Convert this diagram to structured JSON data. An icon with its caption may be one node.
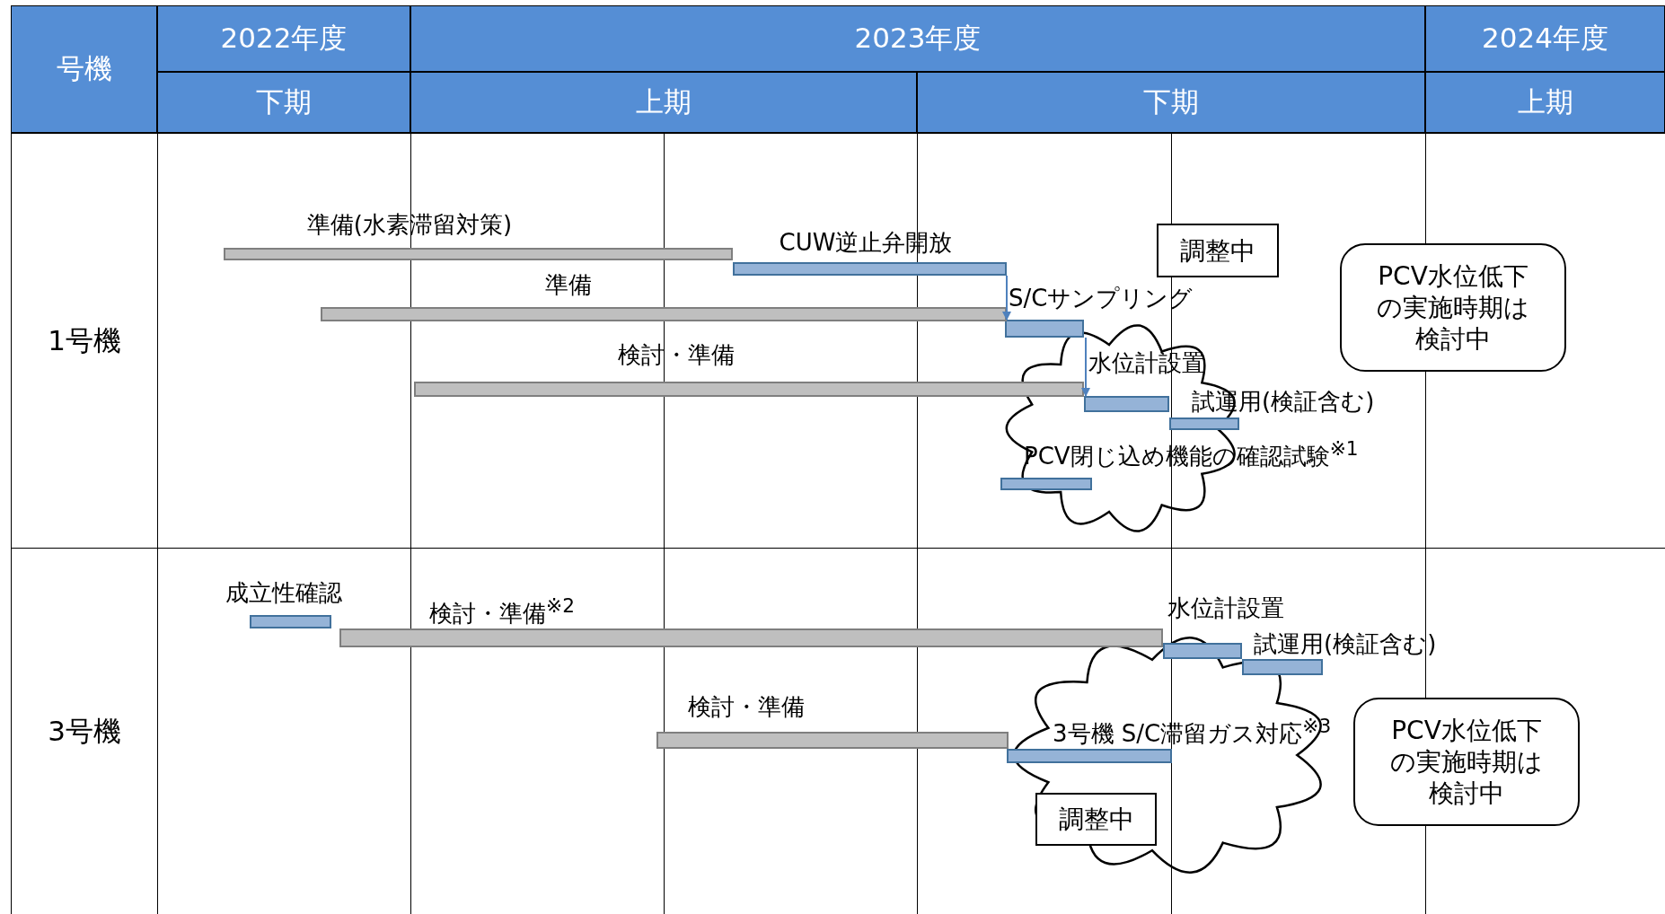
{
  "diagram": {
    "nodes": [
      {
        "text": [],
        "shape": "bar",
        "beside": [
          "準備(水素滞留対策)"
        ]
      },
      {
        "text": [],
        "shape": "bar",
        "beside": [
          "CUW逆止弁開放"
        ]
      },
      {
        "text": [
          "調整中"
        ]
      },
      {
        "text": [
          "PCV水位低下の実施時期は検討中"
        ]
      },
      {
        "text": [],
        "shape": "bar",
        "beside": [
          "準備"
        ]
      },
      {
        "text": [],
        "shape": "bar",
        "beside": [
          "S/Cサンプリング"
        ],
        "in": 10
      },
      {
        "text": [],
        "shape": "bar",
        "beside": [
          "検討・準備"
        ]
      },
      {
        "text": [],
        "shape": "bar",
        "beside": [
          "水位計設置"
        ],
        "in": 10
      },
      {
        "text": [],
        "shape": "bar",
        "beside": [
          "試運用(検証含む)"
        ],
        "in": 10
      },
      {
        "text": [],
        "shape": "bar",
        "beside": [
          "PCV閉じ込め機能の確認試験$^{※1}$"
        ],
        "in": 10
      },
      {
        "text": [],
        "shape": "cloud"
      },
      {
        "text": [],
        "shape": "bar",
        "beside": [
          "成立性確認"
        ]
      },
      {
        "text": [],
        "shape": "bar",
        "beside": [
          "検討・準備$^{※2}$"
        ]
      },
      {
        "text": [],
        "shape": "bar",
        "beside": [
          "水位計設置"
        ],
        "in": 17
      },
      {
        "text": [],
        "shape": "bar",
        "beside": [
          "試運用(検証含む)"
        ],
        "in": 17
      },
      {
        "text": [],
        "shape": "bar",
        "beside": [
          "検討・準備"
        ]
      },
      {
        "text": [],
        "shape": "bar",
        "beside": [
          "3号機 S/C滞留ガス対応$^{※3}$"
        ],
        "in": 17
      },
      {
        "text": [],
        "shape": "cloud"
      },
      {
        "text": [
          "PCV水位低下の実施時期は検討中"
        ]
      },
      {
        "text": [
          "調整中"
        ],
        "in": 17
      }
    ],
    "edges": [
      {
        "from": 1,
        "to": 5,
        "arrow": "to"
      },
      {
        "from": 5,
        "to": 7,
        "arrow": "to"
      }
    ],
    "labels": [
      "号機",
      "2022年度",
      "2023年度",
      "2024年度",
      "下期",
      "上期",
      "下期",
      "上期",
      "1号機",
      "3号機"
    ]
  }
}
